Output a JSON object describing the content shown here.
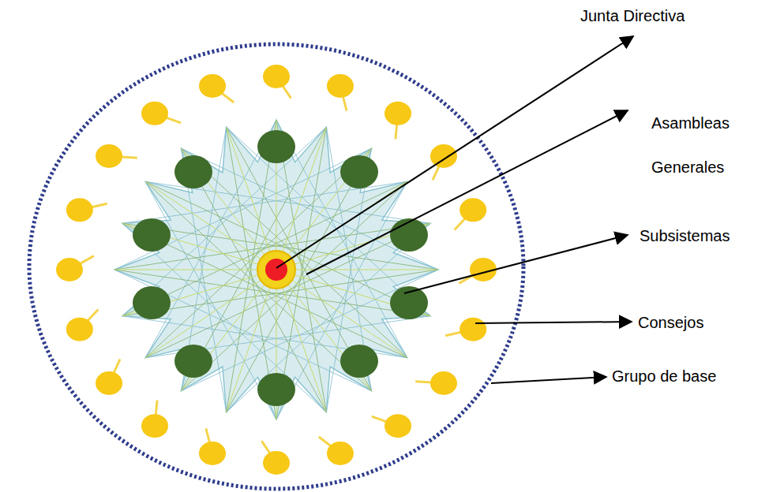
{
  "diagram": {
    "labels": [
      "Junta Directiva",
      "Asambleas Generales",
      "Subsistemas",
      "Consejos",
      "Grupo de base"
    ]
  }
}
